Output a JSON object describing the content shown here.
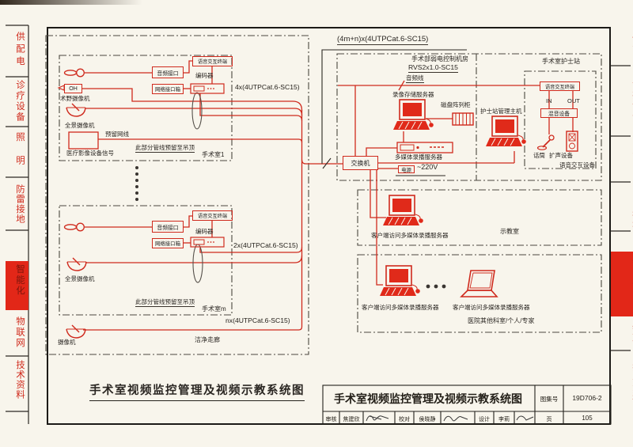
{
  "page": {
    "bg": "#f8f5ec",
    "accent_red": "#d02a1c",
    "caption": "手术室视频监控管理及视频示教系统图"
  },
  "sidebar": {
    "tabs": [
      {
        "label": "供配电"
      },
      {
        "label": "诊疗设备"
      },
      {
        "label": "照明"
      },
      {
        "label": "防雷接地"
      },
      {
        "label": "智能化"
      },
      {
        "label": "物联网"
      },
      {
        "label": "技术资料"
      }
    ],
    "active_label": "智能化"
  },
  "diagram": {
    "trunk_label": "(4m+n)x(4UTPCat.6-SC15)",
    "or1": {
      "room": "手术室1",
      "audio_port": "音频接口",
      "voice_terminal": "语音交互终端",
      "encoder": "编码器",
      "network_box": "网络接口箱",
      "field_camera_mark": "OH",
      "field_camera": "术野摄像机",
      "pano_camera": "全景摄像机",
      "imaging_signal": "医疗影像设备信号",
      "reserved_cable": "预留网线",
      "ceiling_note": "此部分管线预留至吊顶",
      "cable": "4x(4UTPCat.6-SC15)"
    },
    "orm": {
      "room": "手术室m",
      "audio_port": "音频接口",
      "voice_terminal": "语音交互终端",
      "encoder": "编码器",
      "network_box": "网络接口箱",
      "pano_camera": "全景摄像机",
      "ceiling_note": "此部分管线预留至吊顶",
      "cable": "2x(4UTPCat.6-SC15)"
    },
    "corridor": {
      "camera": "摄像机",
      "name": "洁净走廊",
      "cable": "nx(4UTPCat.6-SC15)"
    },
    "control_room": {
      "title": "手术部弱电控制机房",
      "cable_spec": "RVS2x1.0-SC15",
      "audio_line": "音频线",
      "storage_server": "录像存储服务器",
      "disk_array": "磁盘阵列柜",
      "nurse_host": "护士站管理主机",
      "media_server": "多媒体录播服务器",
      "switch": "交换机",
      "power": "电源",
      "voltage": "~220V"
    },
    "nurse_station": {
      "title": "手术室护士站",
      "voice_terminal": "语音交互终端",
      "in": "IN",
      "out": "OUT",
      "mixer": "混音设备",
      "mic": "话筒",
      "speaker": "扩声设备",
      "group": "语音交互设备"
    },
    "clients": {
      "access_label": "客户端访问多媒体录播服务器",
      "classroom": "示教室",
      "others": "医院其他科室/个人/专家"
    }
  },
  "title_block": {
    "title": "手术室视频监控管理及视频示教系统图",
    "atlas_label": "图集号",
    "atlas_no": "19D706-2",
    "review_label": "审核",
    "reviewer": "焦建欣",
    "proof_label": "校对",
    "proofreader": "侯晓静",
    "design_label": "设计",
    "designer": "李莉",
    "page_label": "页",
    "page_no": "105"
  }
}
